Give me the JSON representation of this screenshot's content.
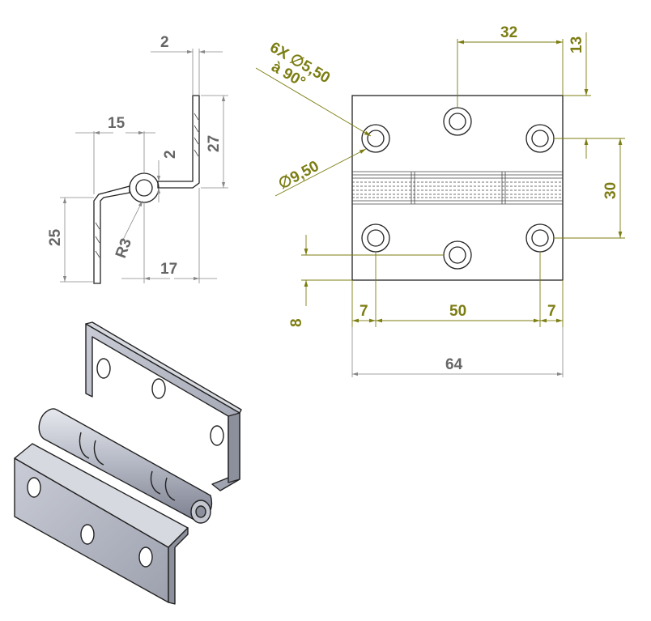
{
  "side_view": {
    "dim_thickness_top": "2",
    "dim_15": "15",
    "dim_27": "27",
    "dim_thickness_mid": "2",
    "dim_25": "25",
    "dim_r3": "R3",
    "dim_17": "17"
  },
  "front_view": {
    "dim_32": "32",
    "dim_13": "13",
    "hole_note_line1": "6X ∅5,50",
    "hole_note_line2": "à 90°",
    "csk_note": "∅9,50",
    "dim_30": "30",
    "dim_8": "8",
    "dim_7_left": "7",
    "dim_50": "50",
    "dim_7_right": "7",
    "dim_64": "64"
  },
  "colors": {
    "outline": "#222222",
    "dimension_gray": "#888888",
    "dimension_olive": "#7c7d12",
    "render_metal": "#a9adba"
  }
}
